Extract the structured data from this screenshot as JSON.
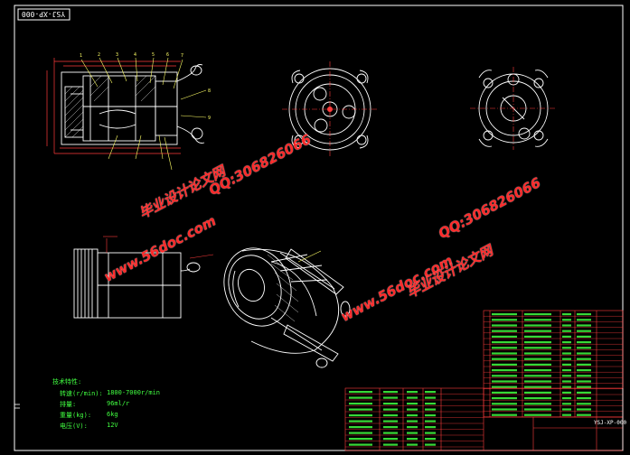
{
  "drawing": {
    "code": "YSJ-XP-000",
    "code_small": "YSJ-XP-000",
    "colors": {
      "background": "#000000",
      "outline": "#ffffff",
      "frame": "#ffffff",
      "dimension": "#ff3b3b",
      "annotation": "#41ff41",
      "table_grid": "#ff3b3b",
      "leader": "#ffff66"
    }
  },
  "watermarks": [
    {
      "text": "毕业设计论文网"
    },
    {
      "text": "QQ:306826066"
    },
    {
      "text": "www.56doc.com"
    },
    {
      "text": "www.56doc.com"
    },
    {
      "text": "QQ:306826066"
    },
    {
      "text": "毕业设计论文网"
    }
  ],
  "specs": {
    "heading": "技术特性:",
    "rows": [
      {
        "label": "转速(r/min):",
        "value": "1800-7000r/min"
      },
      {
        "label": "排量:",
        "value": "96ml/r"
      },
      {
        "label": "重量(kg):",
        "value": "6kg"
      },
      {
        "label": "电压(V):",
        "value": "12V"
      }
    ]
  }
}
